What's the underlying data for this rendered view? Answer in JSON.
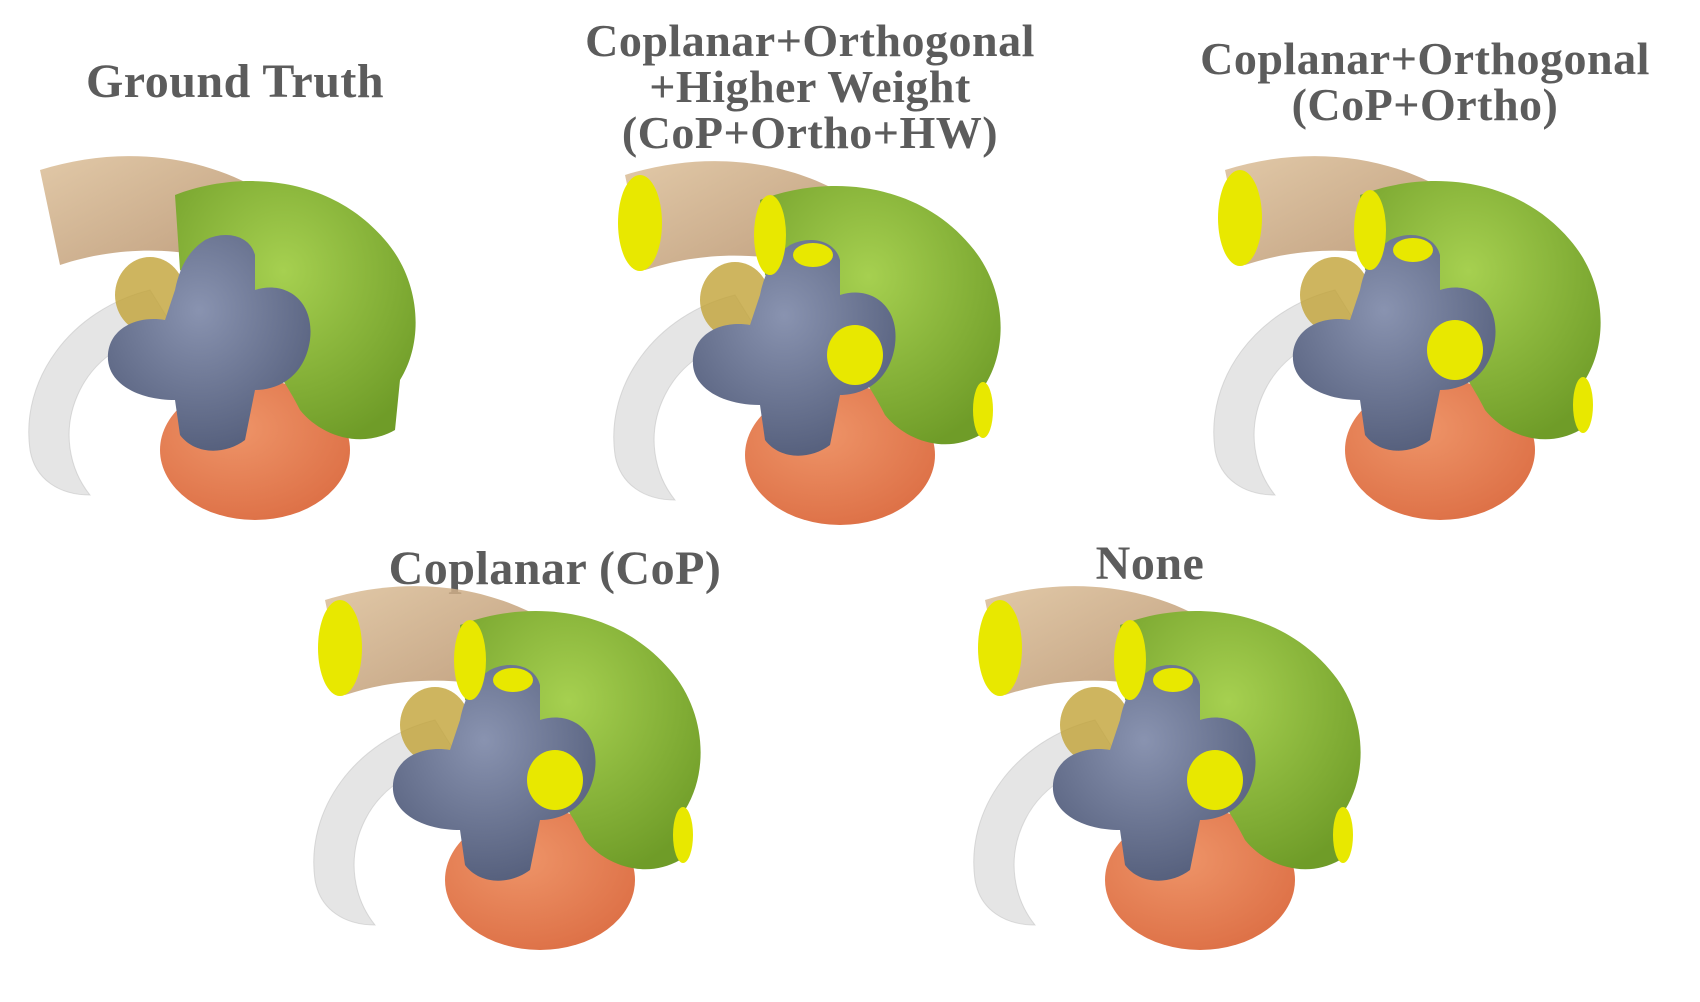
{
  "panels": [
    {
      "id": "gt",
      "title_lines": [
        "Ground Truth"
      ],
      "caps": false
    },
    {
      "id": "cop_ortho_hw",
      "title_lines": [
        "Coplanar+Orthogonal",
        "+Higher Weight",
        "(CoP+Ortho+HW)"
      ],
      "caps": true
    },
    {
      "id": "cop_ortho",
      "title_lines": [
        "Coplanar+Orthogonal",
        "(CoP+Ortho)"
      ],
      "caps": true
    },
    {
      "id": "cop",
      "title_lines": [
        "Coplanar (CoP)"
      ],
      "caps": true
    },
    {
      "id": "none",
      "title_lines": [
        "None"
      ],
      "caps": true
    }
  ],
  "colors": {
    "title_text": "#5c5c5c",
    "aorta_tan": "#c9a57e",
    "vessel_green": "#8bbd3a",
    "atrium_slate": "#6a7593",
    "ventricle_orange": "#dd7046",
    "vein_translucent": "#d4d4d4",
    "cap_yellow": "#e8e800",
    "valve_gold": "#c2a237"
  }
}
